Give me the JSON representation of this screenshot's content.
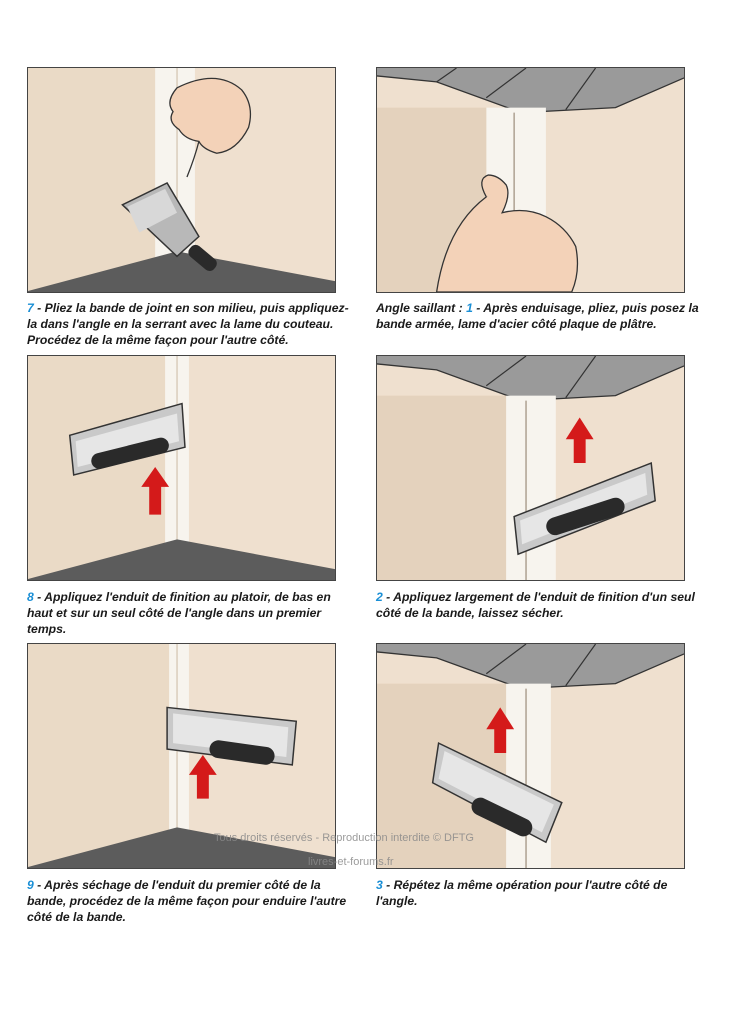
{
  "steps": [
    {
      "number": "7",
      "text": " - Pliez la bande de joint en son milieu, puis appliquez-la dans l'angle en la serrant avec la lame du couteau. Procédez de la même façon pour l'autre côté."
    },
    {
      "lead": "Angle saillant : ",
      "number": "1",
      "text": " -  Après enduisage, pliez, puis posez la bande armée, lame d'acier côté plaque de plâtre."
    },
    {
      "number": "8",
      "text": " - Appliquez l'enduit de finition au platoir, de bas en haut et sur un seul côté de l'angle dans un premier temps."
    },
    {
      "number": "2",
      "text": " -  Appliquez largement de l'enduit de finition d'un seul côté de la bande, laissez sécher."
    },
    {
      "number": "9",
      "text": " -  Après séchage de l'enduit du premier côté de la bande, procédez de la même façon pour enduire l'autre côté de la bande."
    },
    {
      "number": "3",
      "text": " - Répétez la même opération pour l'autre côté de l'angle."
    }
  ],
  "watermark": {
    "line1": "Tous droits réservés - Reproduction interdite © DFTG",
    "line2": "livres-et-forums.fr"
  },
  "colors": {
    "wall": "#efe0cf",
    "wall_shade": "#e4d2bd",
    "floor": "#5c5c5c",
    "tape": "#f7f4ee",
    "arrow": "#d41a1a",
    "step_number": "#1a8fd6",
    "skin": "#f3d2b8"
  }
}
